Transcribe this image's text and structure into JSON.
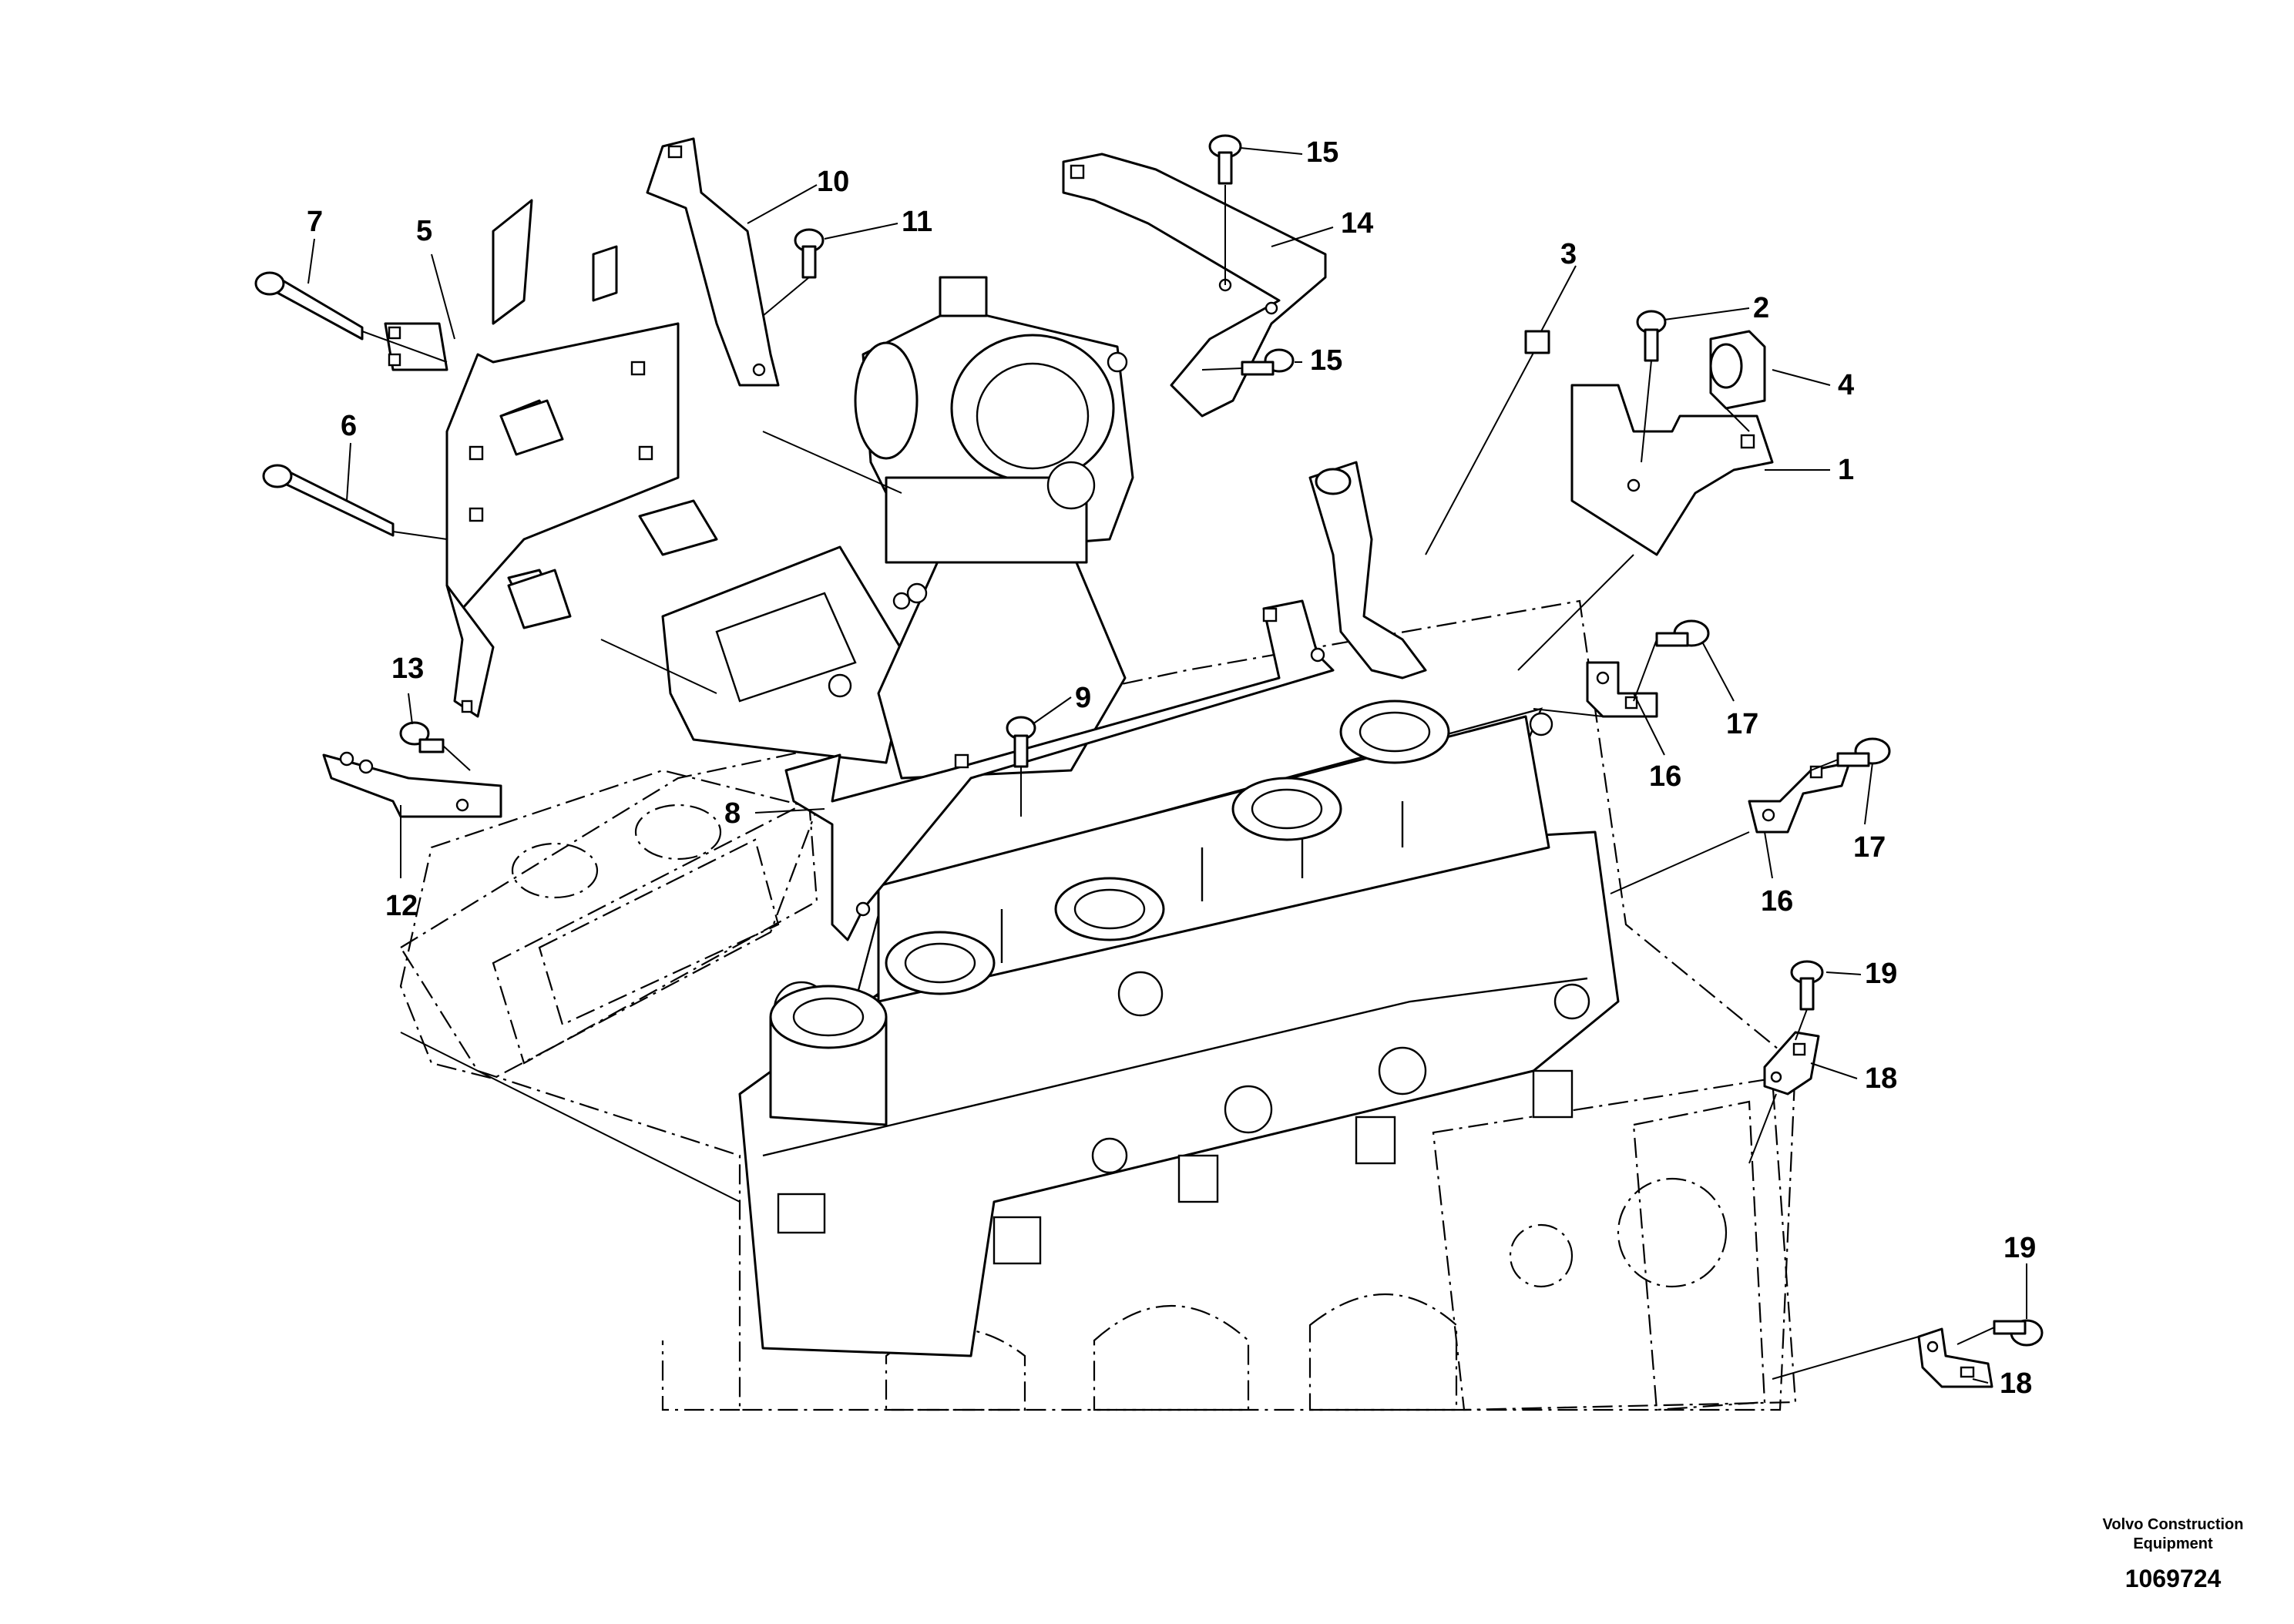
{
  "diagram": {
    "callouts": [
      "1",
      "2",
      "3",
      "4",
      "5",
      "6",
      "7",
      "8",
      "9",
      "10",
      "11",
      "12",
      "13",
      "14",
      "15",
      "15",
      "16",
      "16",
      "17",
      "17",
      "18",
      "18",
      "19",
      "19"
    ]
  },
  "footer": {
    "brand_line1": "Volvo Construction",
    "brand_line2": "Equipment",
    "doc_number": "1069724"
  }
}
